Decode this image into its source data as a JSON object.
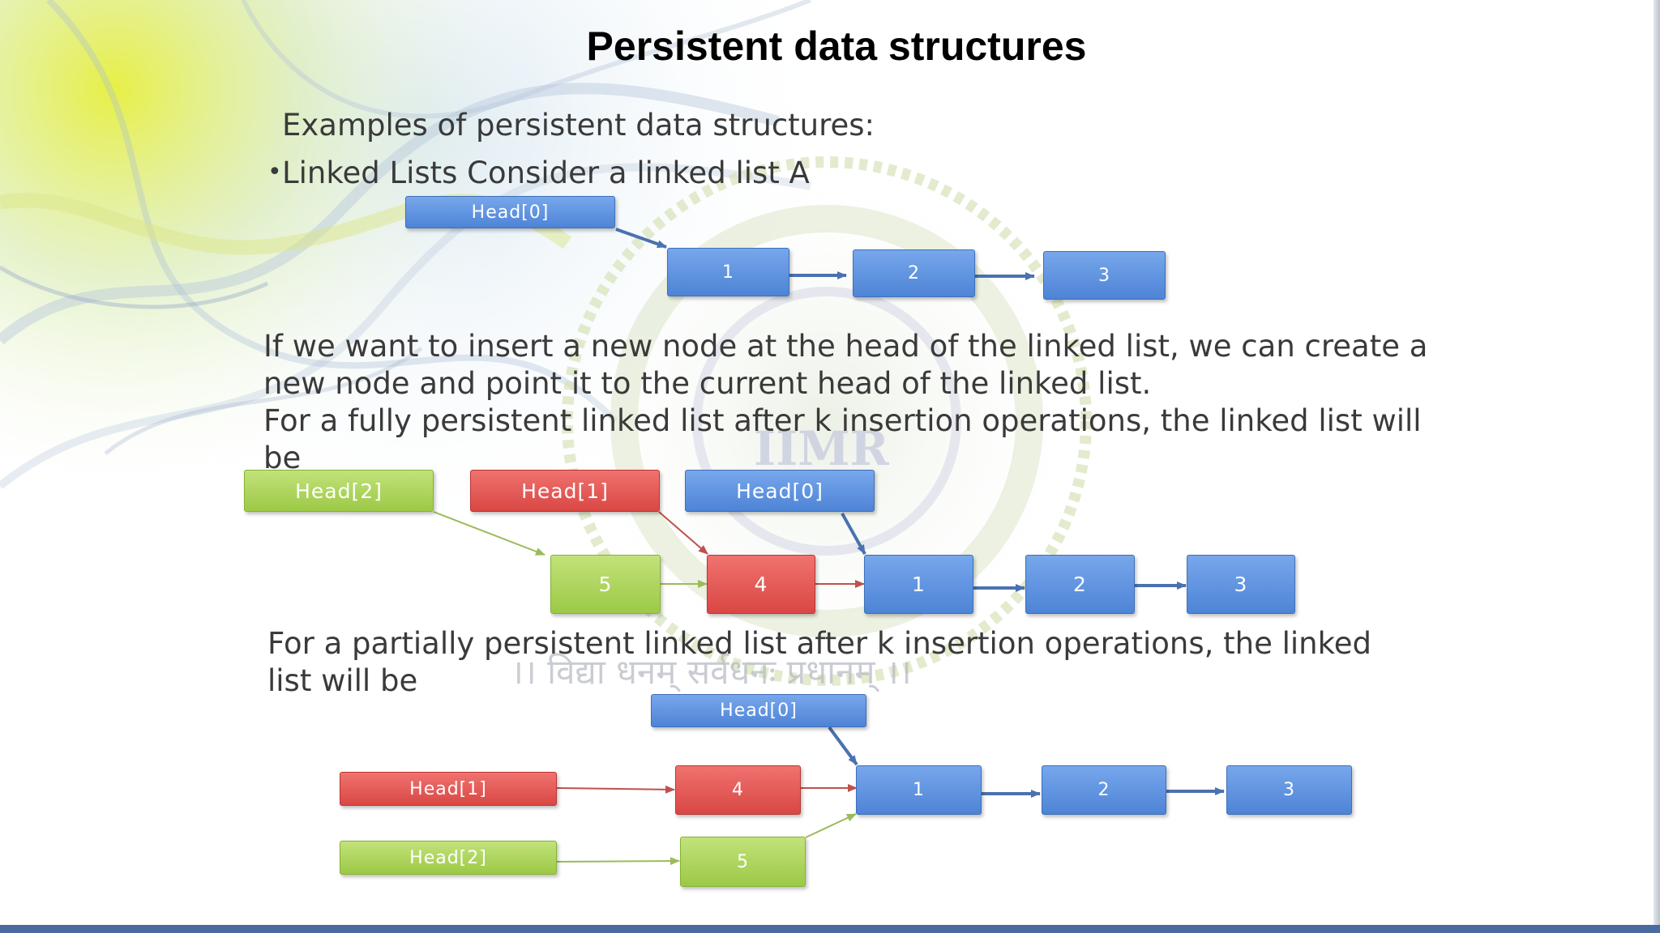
{
  "slide": {
    "title": "Persistent data structures",
    "intro": "Examples of persistent data structures:",
    "bullet_mark": "•",
    "bullet": "Linked Lists Consider a linked list A",
    "para1_line1": "If we want to insert a new node at the head of the linked list, we can create a",
    "para1_line2": "new node and point it to the current head of the linked list.",
    "para2_line1": "For a fully persistent linked list after k insertion operations, the linked list will",
    "para2_line2": "be",
    "para3_line1": "For a partially persistent linked list after k insertion operations, the linked",
    "para3_line2": "list will be",
    "watermark_seal": "IIMR",
    "watermark_motto": "।। विद्या धनम् सर्वधनः प्रधानम् ।।"
  },
  "diagram1": {
    "head0": "Head[0]",
    "nodes": [
      "1",
      "2",
      "3"
    ]
  },
  "diagram2": {
    "head2": "Head[2]",
    "head1": "Head[1]",
    "head0": "Head[0]",
    "node5": "5",
    "node4": "4",
    "nodes": [
      "1",
      "2",
      "3"
    ]
  },
  "diagram3": {
    "head0": "Head[0]",
    "head1": "Head[1]",
    "head2": "Head[2]",
    "node4": "4",
    "node5": "5",
    "nodes": [
      "1",
      "2",
      "3"
    ]
  },
  "colors": {
    "blue": "#5b8fdc",
    "red": "#e05552",
    "green": "#a8d158",
    "blue_arrow": "#4a72b0",
    "red_arrow": "#c0504d",
    "green_arrow": "#9bbb59"
  }
}
